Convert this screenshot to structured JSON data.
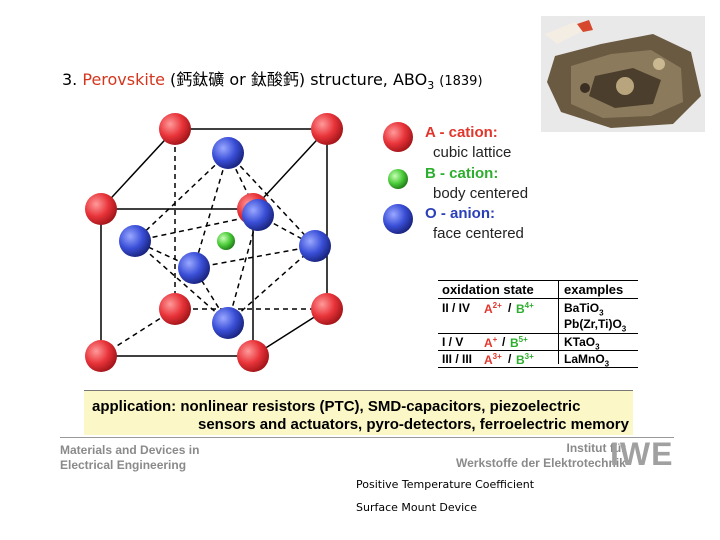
{
  "title": {
    "number": "3.",
    "name": "Perovskite",
    "chinese_1": "(鈣鈦礦",
    "or": "or",
    "chinese_2": "鈦酸鈣)",
    "rest": "structure, ABO",
    "subscript": "3",
    "year": "(1839)"
  },
  "legend": {
    "a_label": "A - cation:",
    "a_desc": "cubic lattice",
    "b_label": "B - cation:",
    "b_desc": "body centered",
    "o_label": "O - anion:",
    "o_desc": "face centered"
  },
  "table": {
    "headers": [
      "oxidation state",
      "examples"
    ],
    "rows": [
      {
        "state": "II / IV",
        "a": "A",
        "a_sup": "2+",
        "b": "B",
        "b_sup": "4+",
        "example": "BaTiO",
        "ex_sub": "3"
      },
      {
        "state": "",
        "a": "",
        "a_sup": "",
        "b": "",
        "b_sup": "",
        "example": "Pb(Zr,Ti)O",
        "ex_sub": "3"
      },
      {
        "state": "I / V",
        "a": "A",
        "a_sup": "+",
        "b": "B",
        "b_sup": "5+",
        "example": "KTaO",
        "ex_sub": "3"
      },
      {
        "state": "III / III",
        "a": "A",
        "a_sup": "3+",
        "b": "B",
        "b_sup": "3+",
        "example": "LaMnO",
        "ex_sub": "3"
      }
    ]
  },
  "application": {
    "line1": "application: nonlinear resistors (PTC), SMD-capacitors, piezoelectric",
    "line2": "sensors and actuators, pyro-detectors, ferroelectric memory"
  },
  "footer": {
    "left_line1": "Materials and Devices in",
    "left_line2": "Electrical Engineering",
    "right_line1": "Institut für",
    "right_line2": "Werkstoffe der Elektrotechnik",
    "logo": "IWE"
  },
  "notes": {
    "ptc": "Positive Temperature Coefficient",
    "smd": "Surface Mount Device"
  },
  "colors": {
    "a_cation": "#e8343a",
    "b_cation": "#4ccc3a",
    "o_anion": "#3a4fd8",
    "title_accent": "#d4361e",
    "a_text": "#e0362c",
    "b_text": "#2eae2e",
    "o_text": "#2a3fb8"
  }
}
